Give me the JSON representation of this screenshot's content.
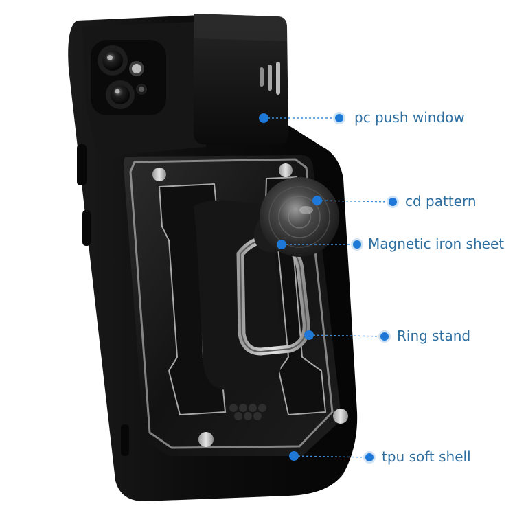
{
  "callouts": [
    {
      "id": "pc-push-window",
      "label": "pc push window"
    },
    {
      "id": "cd-pattern",
      "label": "cd pattern"
    },
    {
      "id": "magnetic-iron-sheet",
      "label": "Magnetic iron sheet"
    },
    {
      "id": "ring-stand",
      "label": "Ring stand"
    },
    {
      "id": "tpu-soft-shell",
      "label": "tpu soft shell"
    }
  ],
  "colors": {
    "dot": "#1e78d8",
    "line": "#3b8fe0",
    "text": "#2f6f9f"
  }
}
